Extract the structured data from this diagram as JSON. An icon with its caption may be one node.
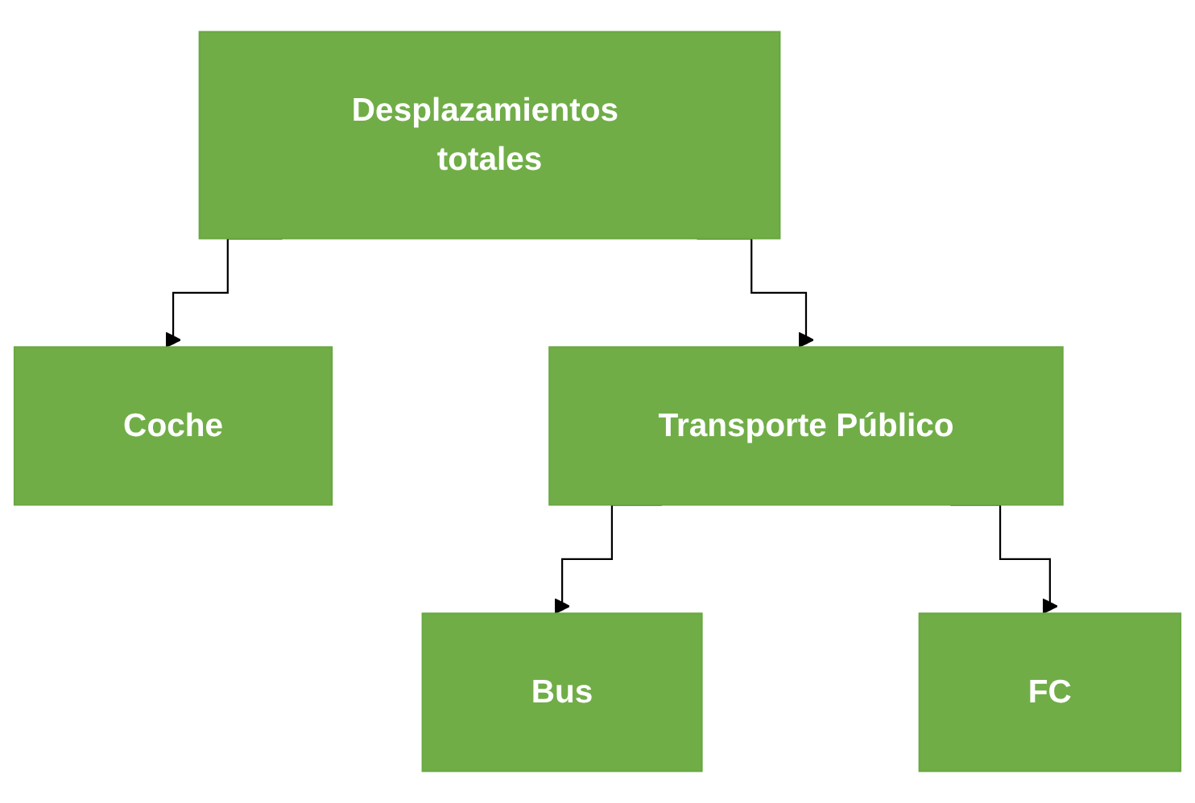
{
  "diagram": {
    "nodes": [
      {
        "text": [
          "Desplazamientos totales"
        ]
      },
      {
        "text": [
          "Coche"
        ]
      },
      {
        "text": [
          "Transporte Público"
        ]
      },
      {
        "text": [
          "Bus"
        ]
      },
      {
        "text": [
          "FC"
        ]
      }
    ],
    "edges": [
      {
        "from": 0,
        "to": 1,
        "arrow": "to"
      },
      {
        "from": 0,
        "to": 2,
        "arrow": "to"
      },
      {
        "from": 2,
        "to": 3,
        "arrow": "to"
      },
      {
        "from": 2,
        "to": 4,
        "arrow": "to"
      }
    ]
  }
}
